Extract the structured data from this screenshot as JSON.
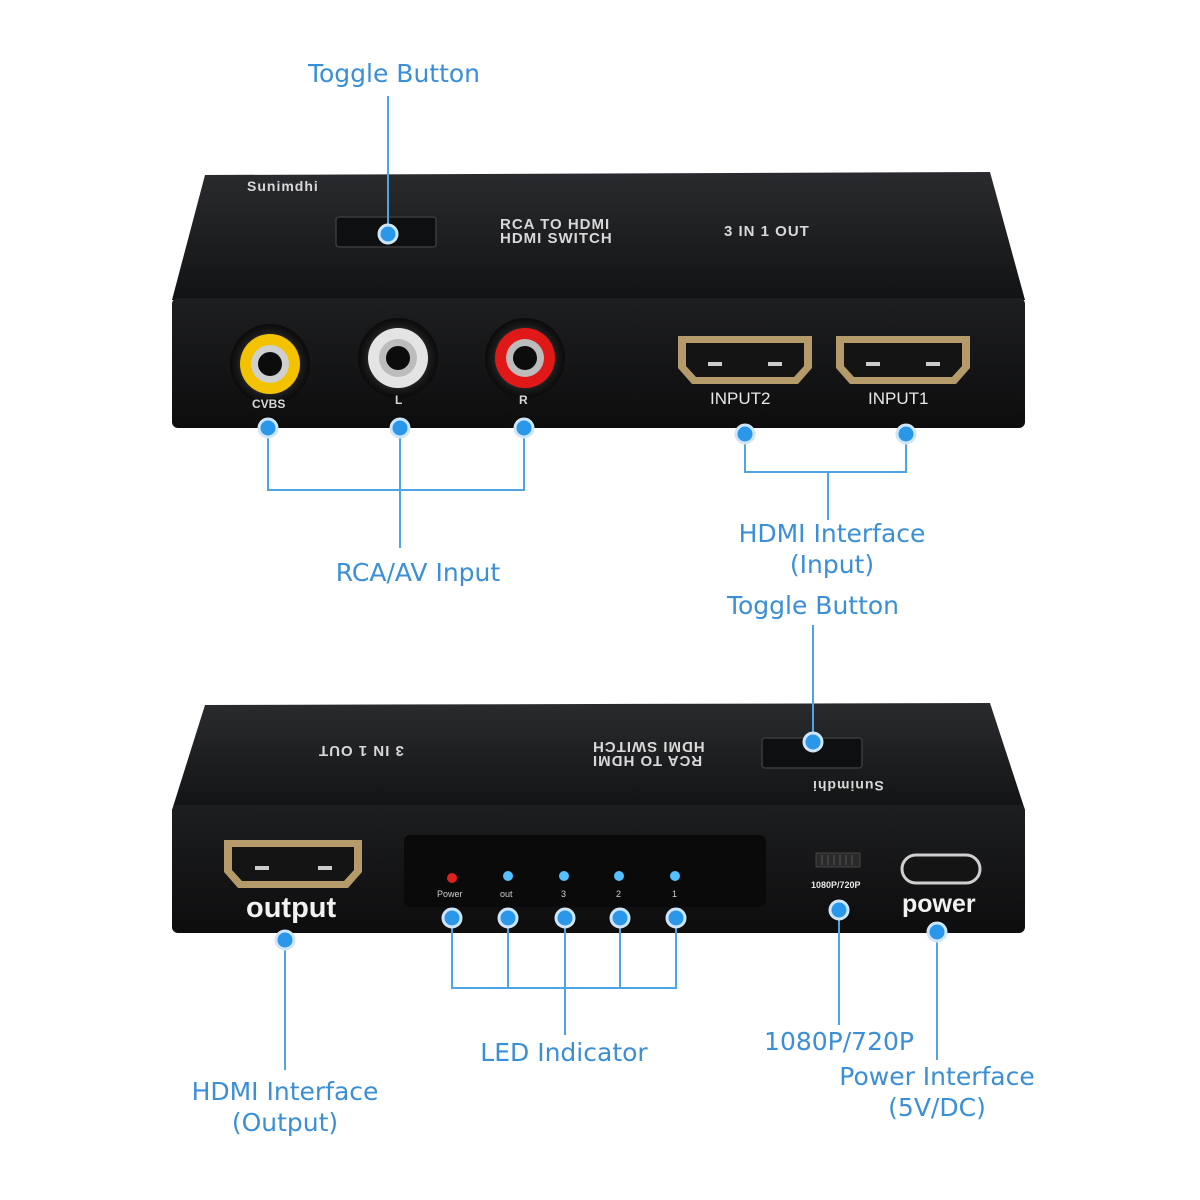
{
  "callouts": {
    "top_toggle": "Toggle Button",
    "rca_input": "RCA/AV Input",
    "hdmi_input": [
      "HDMI Interface",
      "(Input)"
    ],
    "bottom_toggle": "Toggle Button",
    "hdmi_output": [
      "HDMI Interface",
      "(Output)"
    ],
    "led_indicator": "LED Indicator",
    "resolution": "1080P/720P",
    "power_interface": [
      "Power Interface",
      "(5V/DC)"
    ]
  },
  "device_top": {
    "brand": "Sunimdhi",
    "title_line1": "RCA TO HDMI",
    "title_line2": "HDMI SWITCH",
    "title_suffix": "3 IN 1 OUT",
    "ports": {
      "cvbs": "CVBS",
      "left": "L",
      "right": "R",
      "input2": "INPUT2",
      "input1": "INPUT1"
    }
  },
  "device_bottom": {
    "brand": "Sunimdhi",
    "title_line1": "RCA TO HDMI",
    "title_line2": "HDMI SWITCH",
    "title_suffix": "3 IN 1 OUT",
    "output": "output",
    "power": "power",
    "res_switch": "1080P/720P",
    "leds": [
      "Power",
      "out",
      "3",
      "2",
      "1"
    ]
  },
  "colors": {
    "callout": "#3a8fd6",
    "dot": "#2b97ea",
    "device": "#1b1c1e",
    "led_power": "#e02020",
    "led_blue": "#55c0ff",
    "rca_yellow": "#f3c200",
    "rca_white": "#e4e4e4",
    "rca_red": "#e01818"
  }
}
